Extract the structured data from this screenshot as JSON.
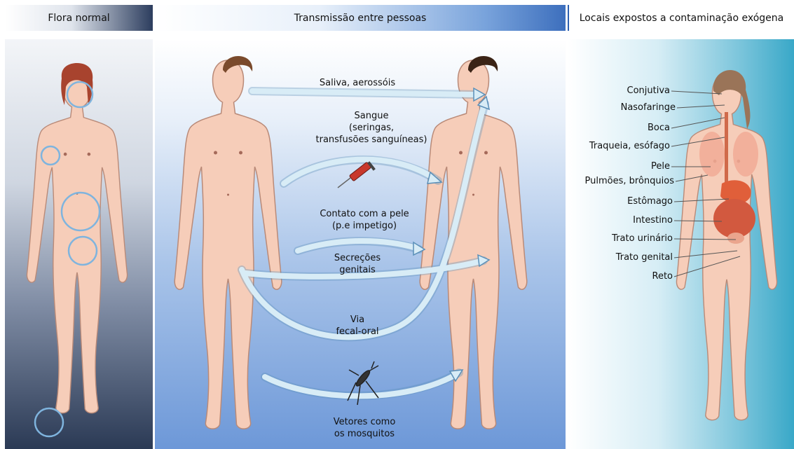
{
  "headers": {
    "left": "Flora normal",
    "middle": "Transmissão entre pessoas",
    "right": "Locais expostos a contaminação exógena"
  },
  "routes": {
    "saliva": "Saliva, aerossóis",
    "blood": [
      "Sangue",
      "(seringas,",
      "transfusões sanguíneas)"
    ],
    "skin": [
      "Contato com a pele",
      "(p.e impetigo)"
    ],
    "genital": [
      "Secreções",
      "genitais"
    ],
    "fecal": [
      "Via",
      "fecal-oral"
    ],
    "vectors": [
      "Vetores como",
      "os mosquitos"
    ]
  },
  "sites": [
    "Conjutiva",
    "Nasofaringe",
    "Boca",
    "Traqueia, esófago",
    "Pele",
    "Pulmões, brônquios",
    "Estômago",
    "Intestino",
    "Trato urinário",
    "Trato genital",
    "Reto"
  ],
  "colors": {
    "skin": "#f6cdb9",
    "skin_outline": "#b98a78",
    "arrow_fill": "#d8ecf6",
    "arrow_stroke": "#5a8fb8",
    "circle": "#7fb4de"
  }
}
